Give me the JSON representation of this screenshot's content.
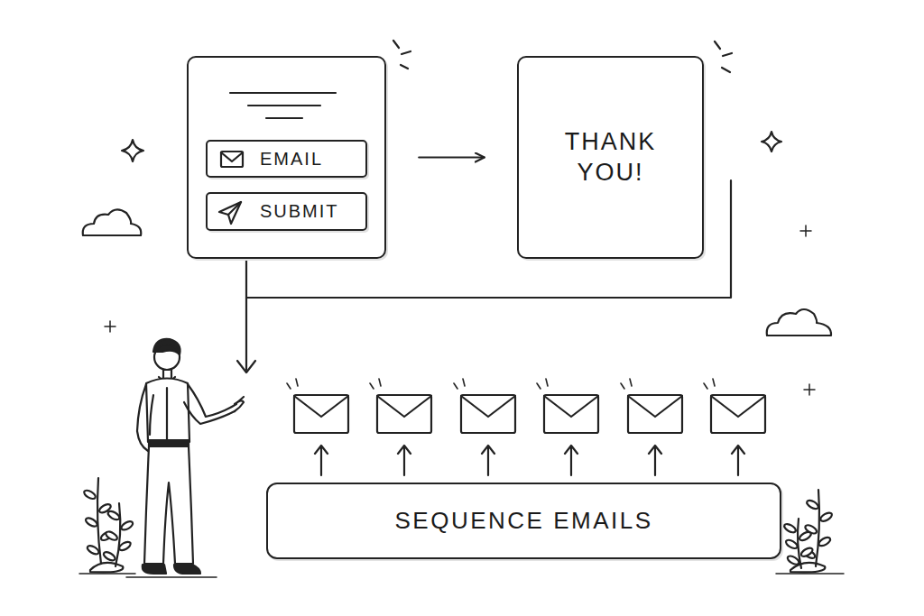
{
  "diagram": {
    "nodes": [
      {
        "text": []
      },
      {
        "text": [
          "EMAIL"
        ],
        "in": 0
      },
      {
        "text": [
          "SUBMIT"
        ],
        "in": 0
      },
      {
        "text": [
          "THANK YOU!"
        ]
      },
      {
        "text": [
          "SEQUENCE EMAILS"
        ]
      }
    ],
    "edges": [
      {
        "from": 0,
        "to": 3,
        "arrow": "to"
      }
    ]
  }
}
